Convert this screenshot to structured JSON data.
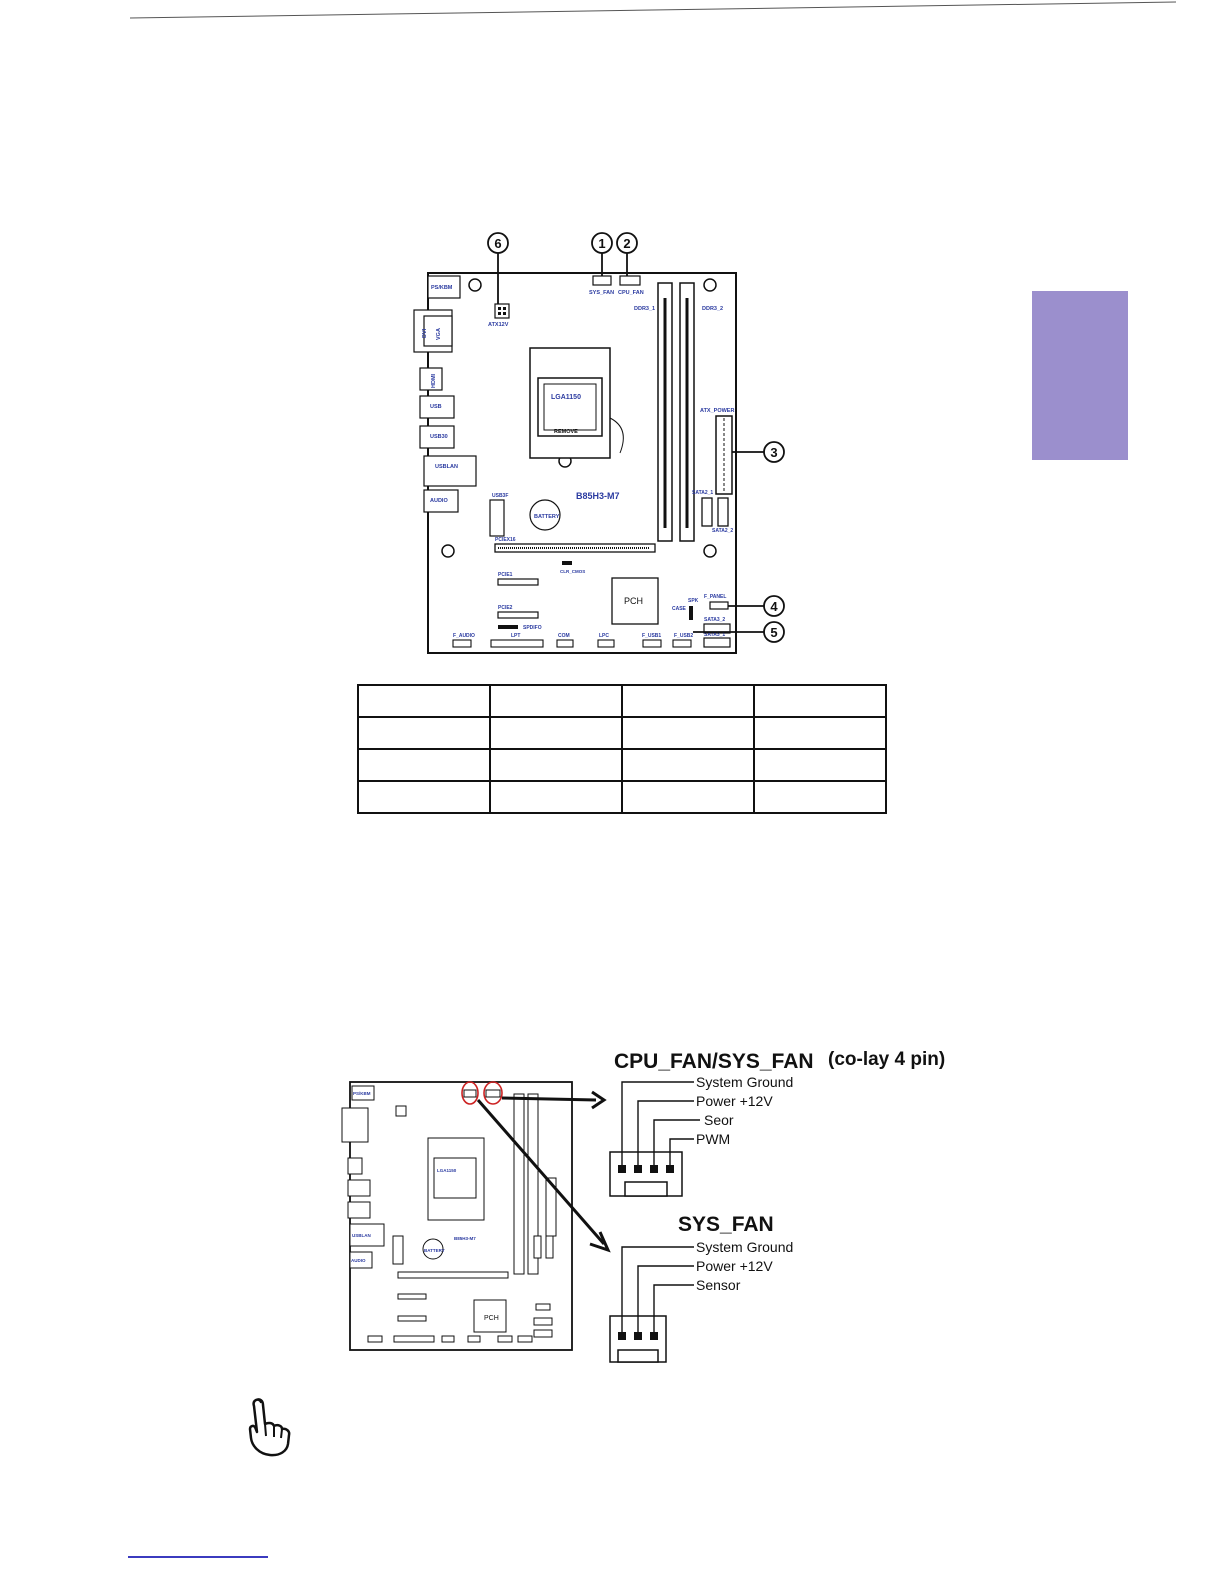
{
  "board_diagram": {
    "callouts": [
      "6",
      "1",
      "2",
      "3",
      "4",
      "5"
    ],
    "model": "B85H3-M7",
    "labels": {
      "ps2": "PS/KBM",
      "dvi": "DVI",
      "vga": "VGA",
      "hdmi": "HDMI",
      "usb3": "USB",
      "usb30": "USB30",
      "usblan": "USBLAN",
      "audio": "AUDIO",
      "atx12v": "ATX12V",
      "sys_fan": "SYS_FAN",
      "cpu_fan": "CPU_FAN",
      "ddr3_1": "DDR3_1",
      "ddr3_2": "DDR3_2",
      "cpu_socket": "LGA1150",
      "remove": "REMOVE",
      "atx_power": "ATX_POWER",
      "sata2_1": "SATA2_1",
      "sata2_2": "SATA2_2",
      "usb3f": "USB3F",
      "battery": "BATTERY",
      "pcie_x16": "PCIEX16",
      "clr_cmos": "CLR_CMOS",
      "pcie1": "PCIE1",
      "pcie2": "PCIE2",
      "spdifo": "SPDIFO",
      "pch": "PCH",
      "spk": "SPK",
      "case": "CASE",
      "f_panel": "F_PANEL",
      "sata3_2": "SATA3_2",
      "sata3_1": "SATA3_1",
      "f_audio": "F_AUDIO",
      "lpt": "LPT",
      "com": "COM",
      "lpc": "LPC",
      "f_usb1": "F_USB1",
      "f_usb2": "F_USB2"
    }
  },
  "connector_table": {
    "rows": [
      [
        "",
        "",
        "",
        ""
      ],
      [
        "",
        "",
        "",
        ""
      ],
      [
        "",
        "",
        "",
        ""
      ],
      [
        "",
        "",
        "",
        ""
      ]
    ]
  },
  "fan_figure": {
    "title_4pin": "CPU_FAN/SYS_FAN",
    "title_4pin_suffix": "(co-lay 4 pin)",
    "pins_4pin": [
      "System Ground",
      "Power +12V",
      "Seor",
      "PWM"
    ],
    "title_3pin": "SYS_FAN",
    "pins_3pin": [
      "System Ground",
      "Power +12V",
      "Sensor"
    ],
    "mini_board_labels": {
      "ps2": "PS/KBM",
      "cpu_socket": "LGA1150",
      "usblan": "USBLAN",
      "audio": "AUDIO",
      "model": "B85H3-M7",
      "pch": "PCH",
      "battery": "BATTERY"
    }
  },
  "colors": {
    "side_tab": "#9b8fcd",
    "board_label": "#2a3aa0",
    "highlight_circle": "#cc2222",
    "footer_rule": "#3b3bbf"
  },
  "icons": {
    "note": "pointing-hand-icon"
  }
}
